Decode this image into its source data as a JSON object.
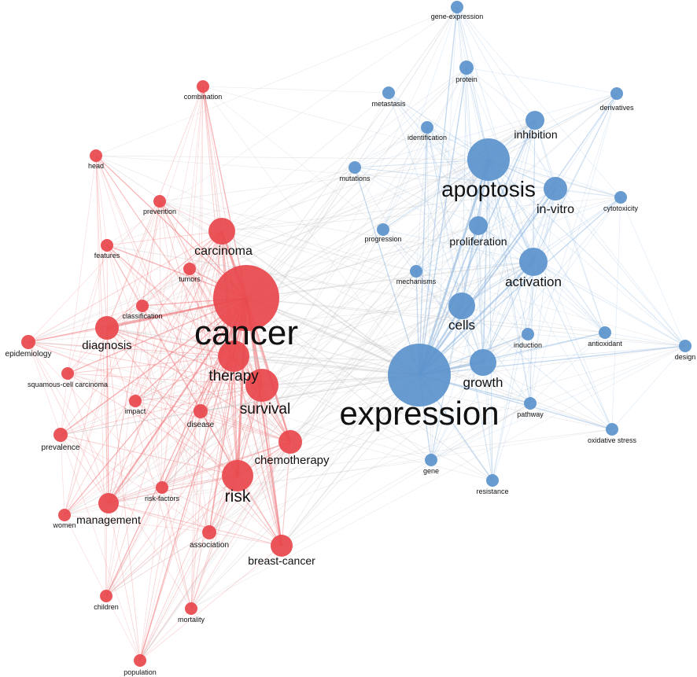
{
  "colors": {
    "cluster_red": "#e8474c",
    "cluster_blue": "#5b93cc",
    "edge_red": "#ef6f73",
    "edge_blue": "#8db6e0",
    "edge_bridge": "#bdbdbd",
    "label": "#111111"
  },
  "clusters": [
    {
      "name": "red",
      "nodes": [
        {
          "id": "cancer",
          "label": "cancer",
          "weight": 100
        },
        {
          "id": "carcinoma",
          "label": "carcinoma",
          "weight": 36
        },
        {
          "id": "therapy",
          "label": "therapy",
          "weight": 44
        },
        {
          "id": "survival",
          "label": "survival",
          "weight": 40
        },
        {
          "id": "diagnosis",
          "label": "diagnosis",
          "weight": 32
        },
        {
          "id": "chemotherapy",
          "label": "chemotherapy",
          "weight": 32
        },
        {
          "id": "risk",
          "label": "risk",
          "weight": 42
        },
        {
          "id": "management",
          "label": "management",
          "weight": 28
        },
        {
          "id": "breast-cancer",
          "label": "breast-cancer",
          "weight": 30
        },
        {
          "id": "combination",
          "label": "combination",
          "weight": 12
        },
        {
          "id": "head",
          "label": "head",
          "weight": 12
        },
        {
          "id": "prevention",
          "label": "prevention",
          "weight": 12
        },
        {
          "id": "features",
          "label": "features",
          "weight": 12
        },
        {
          "id": "tumors",
          "label": "tumors",
          "weight": 12
        },
        {
          "id": "classification",
          "label": "classification",
          "weight": 12
        },
        {
          "id": "epidemiology",
          "label": "epidemiology",
          "weight": 14
        },
        {
          "id": "squamous-cell-carcinoma",
          "label": "squamous-cell carcinoma",
          "weight": 12
        },
        {
          "id": "impact",
          "label": "impact",
          "weight": 12
        },
        {
          "id": "disease",
          "label": "disease",
          "weight": 14
        },
        {
          "id": "prevalence",
          "label": "prevalence",
          "weight": 14
        },
        {
          "id": "risk-factors",
          "label": "risk-factors",
          "weight": 12
        },
        {
          "id": "women",
          "label": "women",
          "weight": 12
        },
        {
          "id": "association",
          "label": "association",
          "weight": 14
        },
        {
          "id": "children",
          "label": "children",
          "weight": 12
        },
        {
          "id": "mortality",
          "label": "mortality",
          "weight": 12
        },
        {
          "id": "population",
          "label": "population",
          "weight": 12
        }
      ]
    },
    {
      "name": "blue",
      "nodes": [
        {
          "id": "expression",
          "label": "expression",
          "weight": 100
        },
        {
          "id": "apoptosis",
          "label": "apoptosis",
          "weight": 56
        },
        {
          "id": "inhibition",
          "label": "inhibition",
          "weight": 20
        },
        {
          "id": "in-vitro",
          "label": "in-vitro",
          "weight": 26
        },
        {
          "id": "proliferation",
          "label": "proliferation",
          "weight": 20
        },
        {
          "id": "activation",
          "label": "activation",
          "weight": 30
        },
        {
          "id": "cells",
          "label": "cells",
          "weight": 32
        },
        {
          "id": "growth",
          "label": "growth",
          "weight": 30
        },
        {
          "id": "gene-expression",
          "label": "gene-expression",
          "weight": 12
        },
        {
          "id": "protein",
          "label": "protein",
          "weight": 14
        },
        {
          "id": "metastasis",
          "label": "metastasis",
          "weight": 12
        },
        {
          "id": "derivatives",
          "label": "derivatives",
          "weight": 12
        },
        {
          "id": "identification",
          "label": "identification",
          "weight": 12
        },
        {
          "id": "mutations",
          "label": "mutations",
          "weight": 12
        },
        {
          "id": "cytotoxicity",
          "label": "cytotoxicity",
          "weight": 12
        },
        {
          "id": "progression",
          "label": "progression",
          "weight": 12
        },
        {
          "id": "mechanisms",
          "label": "mechanisms",
          "weight": 12
        },
        {
          "id": "induction",
          "label": "induction",
          "weight": 12
        },
        {
          "id": "antioxidant",
          "label": "antioxidant",
          "weight": 12
        },
        {
          "id": "design",
          "label": "design",
          "weight": 12
        },
        {
          "id": "pathway",
          "label": "pathway",
          "weight": 12
        },
        {
          "id": "oxidative-stress",
          "label": "oxidative stress",
          "weight": 12
        },
        {
          "id": "gene",
          "label": "gene",
          "weight": 12
        },
        {
          "id": "resistance",
          "label": "resistance",
          "weight": 12
        }
      ]
    }
  ]
}
